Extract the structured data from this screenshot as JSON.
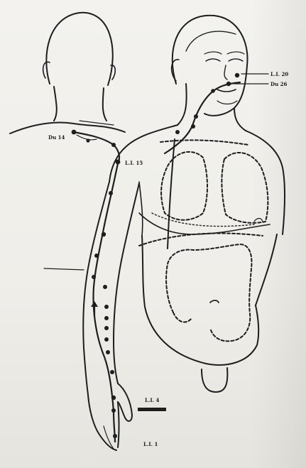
{
  "colors": {
    "ink": "#1e1e1e",
    "paper": "#f1f0eb"
  },
  "labels": {
    "li20": "L.I. 20",
    "du26": "Du 26",
    "du14": "Du 14",
    "li15": "L.I. 15",
    "li4": "L.I. 4",
    "li1": "L.I. 1"
  },
  "icons": {
    "direction_arrow": "arrow-up-icon"
  }
}
